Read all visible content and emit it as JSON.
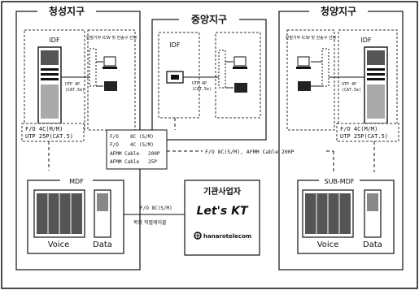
{
  "zones": {
    "left_title": "청성지구",
    "center_title": "중앙지구",
    "right_title": "청양지구"
  },
  "idf_label": "IDF",
  "small_note": "단말기부 ICW 및 전송구 선정",
  "utp_label_1": "UTP 4P",
  "utp_label_2": "(CAT.5e)",
  "fiber_left": [
    "F/O 4C(M/M)",
    "UTP 25P(CAT.5)"
  ],
  "fiber_right": [
    "F/O 4C(M/M)",
    "UTP 25P(CAT.5)"
  ],
  "cable_spec": [
    "F/O",
    "8C (S/M)",
    "F/O",
    "4C (S/M)",
    "AFMM Cable",
    "200P",
    "AFMM Cable",
    "25P"
  ],
  "trunk_label": "F/O 8C(S/M), AFMM Cable 200P",
  "mdf": {
    "title": "MDF",
    "voice": "Voice",
    "data": "Data"
  },
  "submdf": {
    "title": "SUB-MDF",
    "voice": "Voice",
    "data": "Data"
  },
  "carrier": {
    "title": "기관사업자",
    "kt": "Let's KT",
    "hanaro": "hanarotelecom"
  },
  "carrier_link": [
    "F/O 8C(S/M)",
    "복회 직렬케이블"
  ],
  "colors": {
    "line": "#111111",
    "dash": "#333333",
    "bg": "#ffffff"
  }
}
